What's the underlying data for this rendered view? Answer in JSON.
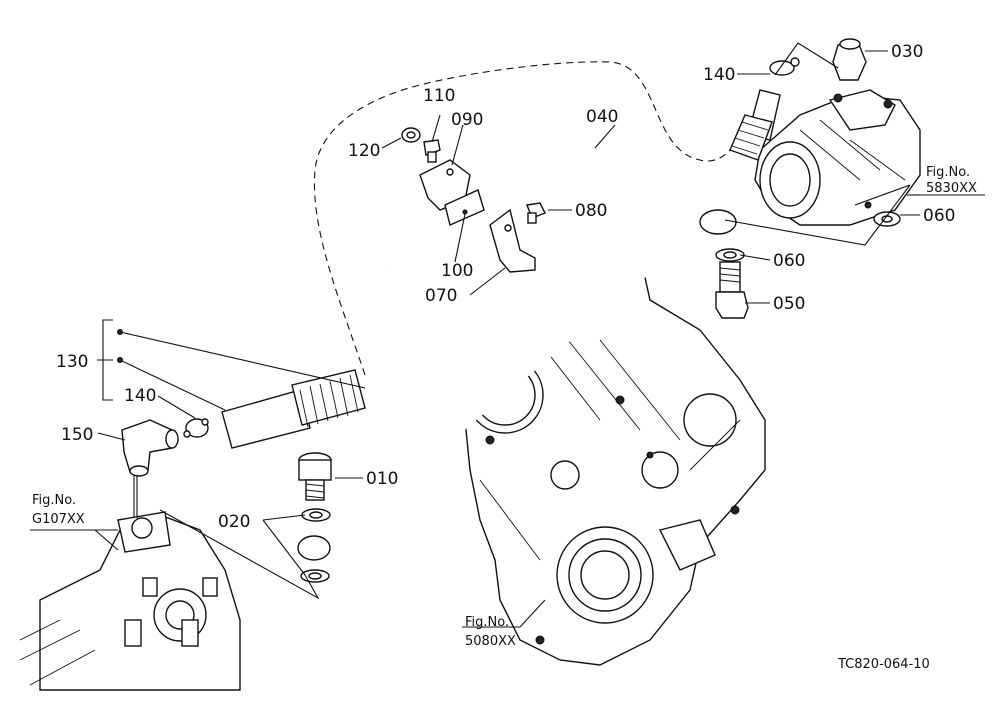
{
  "callouts": {
    "p010": "010",
    "p020": "020",
    "p030": "030",
    "p040": "040",
    "p050": "050",
    "p060a": "060",
    "p060b": "060",
    "p070": "070",
    "p080": "080",
    "p090": "090",
    "p100": "100",
    "p110": "110",
    "p120": "120",
    "p130": "130",
    "p140a": "140",
    "p140b": "140",
    "p150": "150"
  },
  "figure_refs": {
    "ref_5830": {
      "line1": "Fig.No.",
      "line2": "5830XX"
    },
    "ref_5080": {
      "line1": "Fig.No.",
      "line2": "5080XX"
    },
    "ref_g107": {
      "line1": "Fig.No.",
      "line2": "G107XX"
    }
  },
  "drawing_code": "TC820-064-10"
}
